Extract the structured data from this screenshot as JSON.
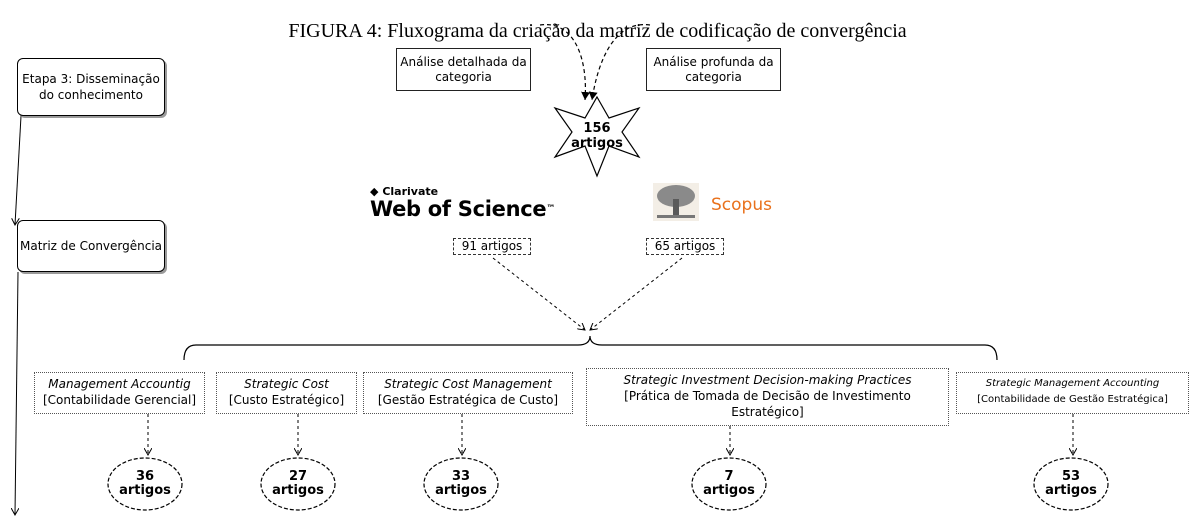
{
  "title": "FIGURA 4: Fluxograma da criação da matriz de codificação de convergência",
  "steps": {
    "etapa3": "Etapa 3: Disseminação do conhecimento",
    "matriz": "Matriz de Convergência"
  },
  "analysis": {
    "left": "Análise detalhada da categoria",
    "right": "Análise profunda da categoria"
  },
  "star": {
    "number": "156",
    "label": "artigos"
  },
  "sources": {
    "wos": {
      "brand": "Clarivate",
      "name": "Web of Science",
      "tm": "™",
      "count": "91 artigos",
      "logo_color": "#000000"
    },
    "scopus": {
      "name": "Scopus",
      "count": "65 artigos",
      "logo_color": "#e9711c"
    }
  },
  "categories": [
    {
      "en": "Management Accountig",
      "pt": "[Contabilidade Gerencial]",
      "count": "36",
      "unit": "artigos"
    },
    {
      "en": "Strategic Cost",
      "pt": "[Custo Estratégico]",
      "count": "27",
      "unit": "artigos"
    },
    {
      "en": "Strategic Cost Management",
      "pt": "[Gestão Estratégica de Custo]",
      "count": "33",
      "unit": "artigos"
    },
    {
      "en": "Strategic Investment Decision-making Practices",
      "pt": "[Prática de Tomada de Decisão de Investimento Estratégico]",
      "count": "7",
      "unit": "artigos"
    },
    {
      "en": "Strategic Management Accounting",
      "pt": "[Contabilidade de Gestão Estratégica]",
      "count": "53",
      "unit": "artigos"
    }
  ]
}
